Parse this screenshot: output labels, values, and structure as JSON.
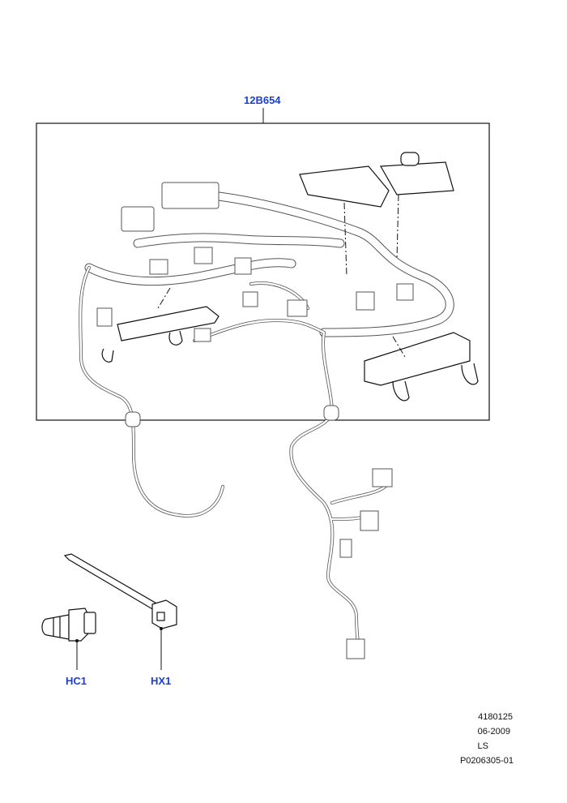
{
  "callouts": {
    "main_part": "12B654",
    "screw": "HC1",
    "cable_tie": "HX1"
  },
  "footer": {
    "line1": "4180125",
    "line2": "06-2009",
    "line3": "LS",
    "line4": "P0206305-01"
  },
  "colors": {
    "callout": "#1a3fd6",
    "line": "#111111"
  }
}
